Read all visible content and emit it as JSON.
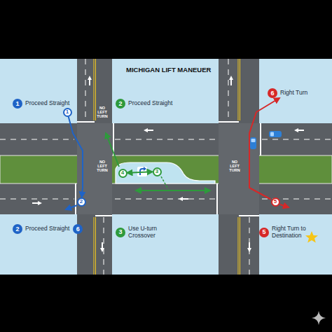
{
  "diagram": {
    "title": "MICHIGAN LIFT MANEUER",
    "nodes": [
      {
        "text": [
          "1",
          "Proceed Straight"
        ]
      },
      {
        "text": [
          "2",
          "Proceed Straight"
        ]
      },
      {
        "text": [
          "1"
        ]
      },
      {
        "text": [
          "4"
        ]
      },
      {
        "text": [
          "3"
        ]
      },
      {
        "text": [
          "6",
          "Right Turn"
        ]
      },
      {
        "text": [
          "2"
        ]
      },
      {
        "text": [
          "2",
          "Proceed Straight"
        ]
      },
      {
        "text": [
          "6"
        ]
      },
      {
        "text": [
          "3",
          "Use U-turn Crossover"
        ]
      },
      {
        "text": [
          "5"
        ]
      },
      {
        "text": [
          "5",
          "Right Turn to Destination"
        ]
      }
    ],
    "edges": [
      {
        "from": 2,
        "to": 6,
        "arrow": "to"
      },
      {
        "from": 3,
        "to": 4,
        "arrow": "both"
      },
      {
        "from": 10,
        "to": 5,
        "arrow": "to"
      }
    ],
    "labels": [
      "NO LEFT TURN",
      "NO LEFT TURN",
      "NO LEFT TURN"
    ]
  }
}
